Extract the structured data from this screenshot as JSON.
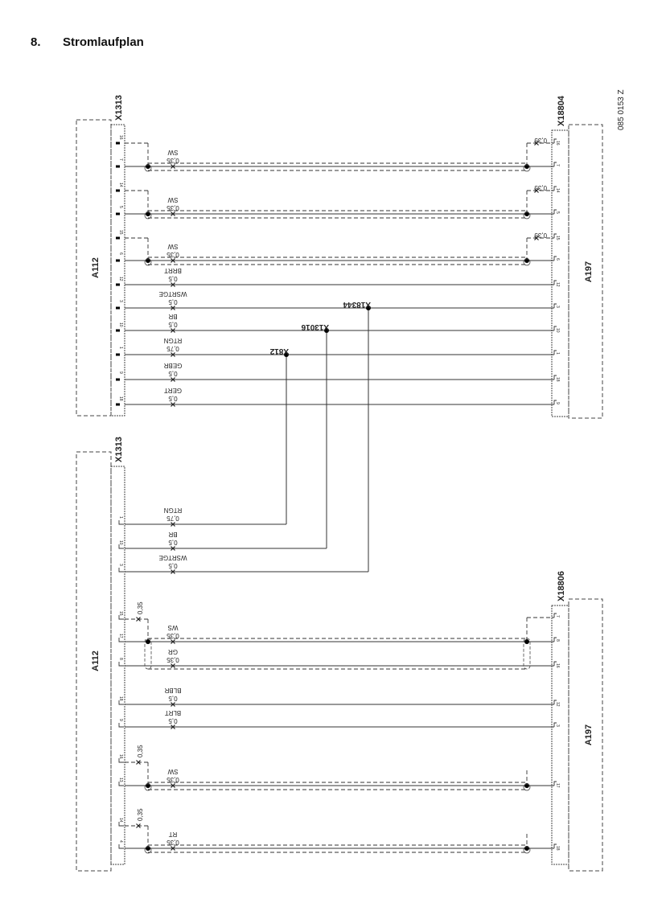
{
  "heading": {
    "number": "8.",
    "title": "Stromlaufplan"
  },
  "drawing_id": "085 0153 Z",
  "top": {
    "left_module": "A112",
    "left_connector": "X1313",
    "right_module": "A197",
    "right_connector": "X18804",
    "drains": [
      {
        "left_pin": "16",
        "right_pin": "16",
        "gauge": "0,35"
      },
      {
        "left_pin": "14",
        "right_pin": "14",
        "gauge": "0,35"
      },
      {
        "left_pin": "15",
        "right_pin": "15",
        "gauge": "0,35"
      }
    ],
    "wires": [
      {
        "left_pin": "7",
        "right_pin": "7",
        "gauge": "0,35",
        "color": "SW",
        "shielded": true
      },
      {
        "left_pin": "5",
        "right_pin": "5",
        "gauge": "0,35",
        "color": "SW",
        "shielded": true
      },
      {
        "left_pin": "6",
        "right_pin": "6",
        "gauge": "0,35",
        "color": "SW",
        "shielded": true
      },
      {
        "left_pin": "12",
        "right_pin": "12",
        "gauge": "0,5",
        "color": "BRRT"
      },
      {
        "left_pin": "3",
        "right_pin": "3",
        "gauge": "0,5",
        "color": "WSRTGE",
        "splice": "X18344"
      },
      {
        "left_pin": "10",
        "right_pin": "10",
        "gauge": "0,5",
        "color": "BR",
        "splice": "X13016"
      },
      {
        "left_pin": "1",
        "right_pin": "1",
        "gauge": "0,75",
        "color": "RTGN",
        "splice": "X812"
      },
      {
        "left_pin": "9",
        "right_pin": "18",
        "gauge": "0,5",
        "color": "GEBR"
      },
      {
        "left_pin": "18",
        "right_pin": "9",
        "gauge": "0,5",
        "color": "GERT"
      }
    ]
  },
  "bottom": {
    "left_module": "A112",
    "left_connector": "X1313",
    "right_module": "A197",
    "right_connector": "X18806",
    "splice_wires": [
      {
        "left_pin": "1",
        "gauge": "0,75",
        "color": "RTGN"
      },
      {
        "left_pin": "10",
        "gauge": "0,5",
        "color": "BR"
      },
      {
        "left_pin": "3",
        "gauge": "0,5",
        "color": "WSRTGE"
      }
    ],
    "drains": [
      {
        "left_pin": "15",
        "right_pin": "7",
        "gauge": "0,35"
      },
      {
        "left_pin": "16",
        "gauge": "0,35"
      },
      {
        "left_pin": "14",
        "gauge": "0,35"
      }
    ],
    "wires": [
      {
        "left_pin": "17",
        "right_pin": "8",
        "gauge": "0,35",
        "color": "WS"
      },
      {
        "left_pin": "8",
        "right_pin": "16",
        "gauge": "0,35",
        "color": "GR"
      },
      {
        "left_pin": "18",
        "right_pin": "12",
        "gauge": "0,5",
        "color": "BLBR"
      },
      {
        "left_pin": "9",
        "right_pin": "3",
        "gauge": "0,5",
        "color": "BLRT"
      },
      {
        "left_pin": "13",
        "right_pin": "17",
        "gauge": "0,35",
        "color": "SW"
      },
      {
        "left_pin": "4",
        "right_pin": "18",
        "gauge": "0,35",
        "color": "RT"
      }
    ]
  }
}
